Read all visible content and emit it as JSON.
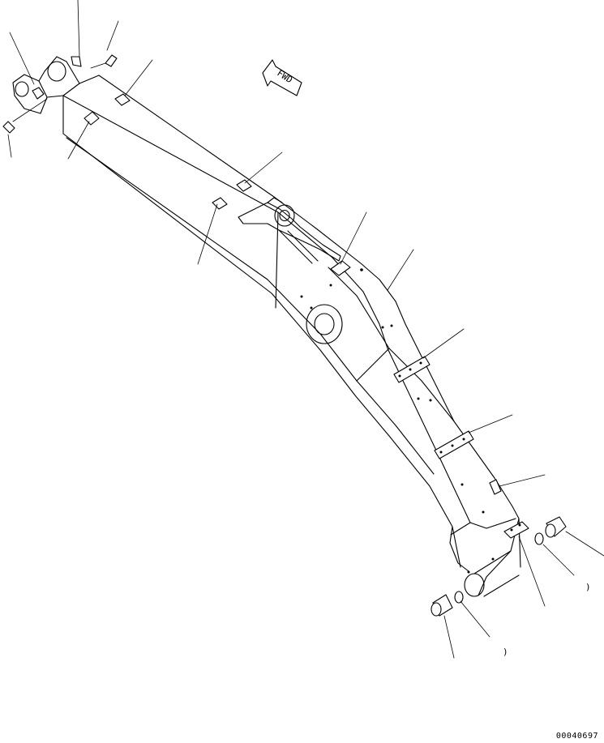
{
  "direction_arrow": {
    "text": "FWD"
  },
  "open_callouts": [
    {
      "id": "callout-pin-right",
      "text": ")"
    },
    {
      "id": "callout-pin-bottom",
      "text": ")"
    }
  ],
  "drawing_number": "00040697"
}
